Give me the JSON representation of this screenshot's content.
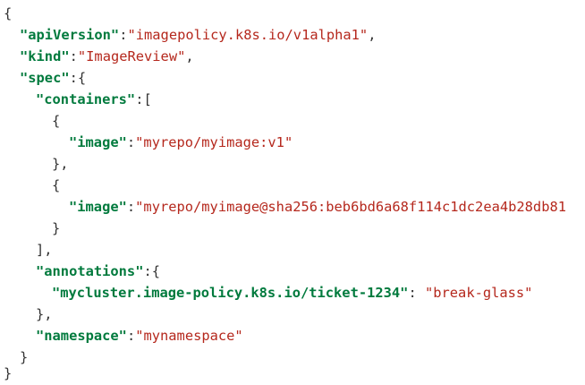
{
  "doc": {
    "apiVersion_key": "\"apiVersion\"",
    "apiVersion_val": "\"imagepolicy.k8s.io/v1alpha1\"",
    "kind_key": "\"kind\"",
    "kind_val": "\"ImageReview\"",
    "spec_key": "\"spec\"",
    "containers_key": "\"containers\"",
    "image1_key": "\"image\"",
    "image1_val": "\"myrepo/myimage:v1\"",
    "image2_key": "\"image\"",
    "image2_val": "\"myrepo/myimage@sha256:beb6bd6a68f114c1dc2ea4b28db81",
    "annotations_key": "\"annotations\"",
    "annotation_key": "\"mycluster.image-policy.k8s.io/ticket-1234\"",
    "annotation_val": "\"break-glass\"",
    "namespace_key": "\"namespace\"",
    "namespace_val": "\"mynamespace\""
  },
  "colors": {
    "key": "#007a3d",
    "string": "#b5281d",
    "punctuation": "#333333",
    "background": "#ffffff"
  }
}
